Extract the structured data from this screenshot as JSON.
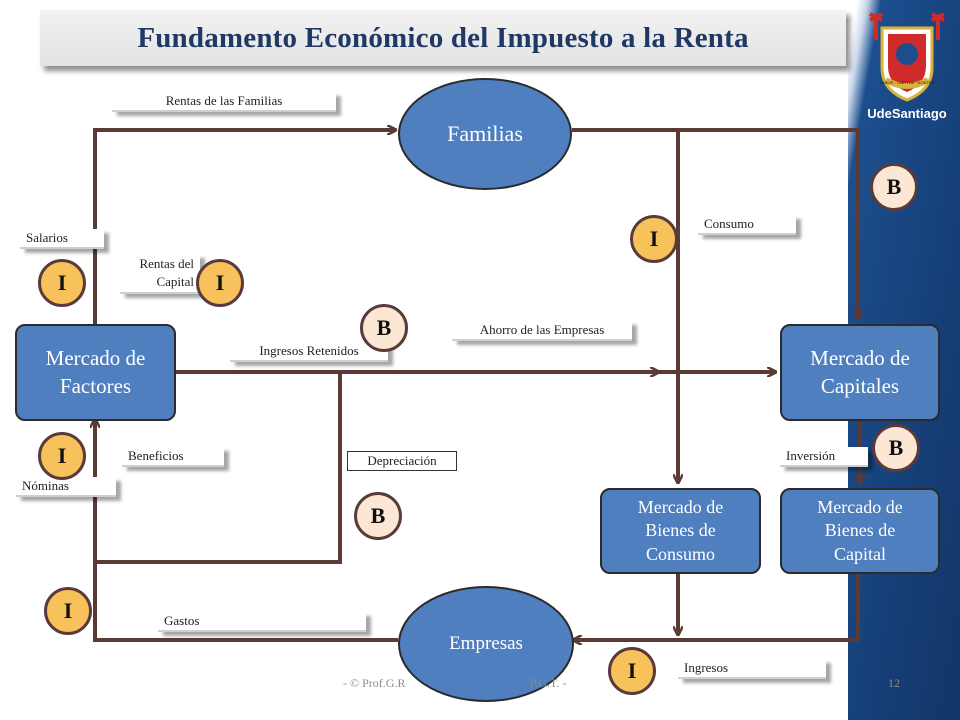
{
  "title": "Fundamento Económico del Impuesto a la Renta",
  "nodes": {
    "familias": "Familias",
    "empresas": "Empresas",
    "mercado_factores": [
      "Mercado de",
      "Factores"
    ],
    "mercado_capitales": [
      "Mercado de",
      "Capitales"
    ],
    "mercado_bienes_consumo": [
      "Mercado de",
      "Bienes de",
      "Consumo"
    ],
    "mercado_bienes_capital": [
      "Mercado de",
      "Bienes de",
      "Capital"
    ]
  },
  "flow_labels": {
    "rentas_familias": "Rentas de las Familias",
    "salarios": "Salarios",
    "rentas_capital": [
      "Rentas del",
      "Capital"
    ],
    "ingresos_retenidos": "Ingresos Retenidos",
    "ahorro_empresas": "Ahorro de las Empresas",
    "consumo": "Consumo",
    "beneficios": "Beneficios",
    "nominas": "Nóminas",
    "depreciacion": "Depreciación",
    "inversion": "Inversión",
    "gastos": "Gastos",
    "ingresos": "Ingresos"
  },
  "badges": {
    "income_tax": "I",
    "base_tax": "B"
  },
  "logo": {
    "text": "UdeSantiago",
    "motto": "LABOR · LAETITIA · NOSTRA"
  },
  "footer": {
    "copyright": "- © Prof.G.R",
    "copyright_tail": "P.G.T. -",
    "page_number": "12"
  },
  "colors": {
    "node_fill": "#4f7fbf",
    "title_text": "#1f3864",
    "arrow": "#5b3a36",
    "badge_I": "#f7c25c",
    "badge_B": "#fbe7d3",
    "sidebar": "#163f78"
  }
}
